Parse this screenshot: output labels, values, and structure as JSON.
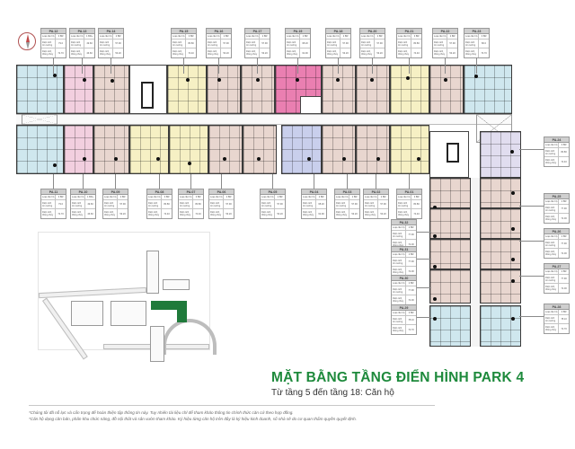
{
  "title": "MẶT BẰNG TẦNG ĐIỂN HÌNH PARK 4",
  "subtitle": "Từ tầng 5 đến tầng 18: Căn hộ",
  "notes": [
    "*Chúng tôi đã nỗ lực và cẩn trọng để hoàn thiện tập thông tin này. Tuy nhiên tài liệu chỉ để tham khảo thông tin chính thức căn cứ theo hợp đồng.",
    "*Căn hộ dạng căn bản, phân khu chức năng, đồ nội thất và sân vườn tham khảo. Ký hiệu từng căn hộ trên đây là ký hiệu kinh doanh, số nhà sẽ do cơ quan thẩm quyền quyết định."
  ],
  "legend_fields": {
    "type": "Loại căn hộ",
    "area_wall": "Diện tích tim tường",
    "area_clear": "Diện tích thông thủy"
  },
  "colors": {
    "title_green": "#1e8a3c",
    "highlight_green": "#1f7a3a",
    "blue": "#cfe7ee",
    "pink": "#f2cfdf",
    "hot_pink": "#ea7fb1",
    "brown": "#e8d6cf",
    "yellow": "#f6f0c4",
    "periwinkle": "#c9cfec",
    "lavender": "#e1ddef"
  },
  "units": {
    "top": [
      {
        "code": "PA.12",
        "type": "3 BR",
        "area_wall": "79.0",
        "area_clear": "72.70"
      },
      {
        "code": "PA.13",
        "type": "1 BR+",
        "area_wall": "49.60",
        "area_clear": "46.60"
      },
      {
        "code": "PA.14",
        "type": "2 BR",
        "area_wall": "57.90",
        "area_clear": "53.20"
      },
      {
        "code": "PA.15",
        "type": "3 BR",
        "area_wall": "80.80",
        "area_clear": "74.40"
      },
      {
        "code": "PA.16",
        "type": "2 BR",
        "area_wall": "57.90",
        "area_clear": "53.20"
      },
      {
        "code": "PA.17",
        "type": "2 BR",
        "area_wall": "57.90",
        "area_clear": "53.20"
      },
      {
        "code": "PA.19",
        "type": "2 BR",
        "area_wall": "68.20",
        "area_clear": "62.90"
      },
      {
        "code": "PA.18",
        "type": "2 BR",
        "area_wall": "57.90",
        "area_clear": "53.20"
      },
      {
        "code": "PA.20",
        "type": "2 BR",
        "area_wall": "57.90",
        "area_clear": "53.20"
      },
      {
        "code": "PA.21",
        "type": "3 BR",
        "area_wall": "80.80",
        "area_clear": "74.40"
      },
      {
        "code": "PA.22",
        "type": "2 BR",
        "area_wall": "57.90",
        "area_clear": "53.20"
      },
      {
        "code": "PA.23",
        "type": "3 BR",
        "area_wall": "80.0",
        "area_clear": "73.70"
      }
    ],
    "bottom": [
      {
        "code": "PA.11",
        "type": "3 BR",
        "area_wall": "79.0",
        "area_clear": "72.70"
      },
      {
        "code": "PA.10",
        "type": "1 BR+",
        "area_wall": "49.60",
        "area_clear": "46.60"
      },
      {
        "code": "PA.09",
        "type": "2 BR",
        "area_wall": "57.90",
        "area_clear": "53.20"
      },
      {
        "code": "PA.08",
        "type": "3 BR",
        "area_wall": "80.80",
        "area_clear": "74.40"
      },
      {
        "code": "PA.07",
        "type": "3 BR",
        "area_wall": "80.80",
        "area_clear": "74.40"
      },
      {
        "code": "PA.06",
        "type": "2 BR",
        "area_wall": "57.90",
        "area_clear": "53.20"
      },
      {
        "code": "PA.05",
        "type": "2 BR",
        "area_wall": "57.90",
        "area_clear": "53.20"
      },
      {
        "code": "PA.04",
        "type": "2 BR",
        "area_wall": "68.20",
        "area_clear": "62.90"
      },
      {
        "code": "PA.03",
        "type": "2 BR",
        "area_wall": "57.90",
        "area_clear": "53.20"
      },
      {
        "code": "PA.02",
        "type": "2 BR",
        "area_wall": "57.90",
        "area_clear": "53.20"
      },
      {
        "code": "PA.01",
        "type": "3 BR",
        "area_wall": "80.80",
        "area_clear": "74.40"
      }
    ],
    "left_column": [
      {
        "code": "PA.32",
        "type": "2 BR",
        "area_wall": "77.90",
        "area_clear": "72.00"
      },
      {
        "code": "PA.31",
        "type": "2 BR",
        "area_wall": "77.90",
        "area_clear": "72.00"
      },
      {
        "code": "PA.30",
        "type": "2 BR",
        "area_wall": "77.90",
        "area_clear": "72.00"
      },
      {
        "code": "PA.29",
        "type": "3 BR",
        "area_wall": "78.10",
        "area_clear": "72.70"
      }
    ],
    "right_column": [
      {
        "code": "PA.24",
        "type": "3 BR",
        "area_wall": "80.80",
        "area_clear": "74.40"
      },
      {
        "code": "PA.25",
        "type": "2 BR",
        "area_wall": "77.90",
        "area_clear": "72.00"
      },
      {
        "code": "PA.26",
        "type": "2 BR",
        "area_wall": "77.90",
        "area_clear": "72.00"
      },
      {
        "code": "PA.27",
        "type": "2 BR",
        "area_wall": "77.90",
        "area_clear": "72.00"
      },
      {
        "code": "PA.28",
        "type": "3 BR",
        "area_wall": "78.10",
        "area_clear": "72.70"
      }
    ]
  }
}
